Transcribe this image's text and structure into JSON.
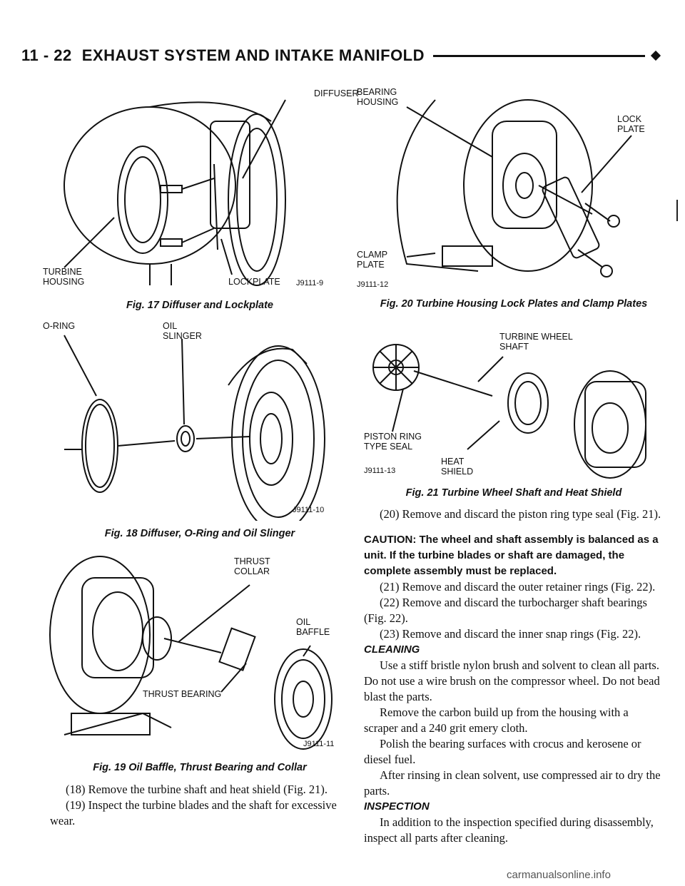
{
  "header": {
    "page_number": "11 - 22",
    "title": "EXHAUST SYSTEM AND INTAKE MANIFOLD"
  },
  "figures": {
    "fig17": {
      "caption": "Fig. 17 Diffuser and Lockplate",
      "labels": {
        "diffuser": "DIFFUSER",
        "turbine_housing": "TURBINE\nHOUSING",
        "lockplate": "LOCKPLATE",
        "id": "J9111-9"
      }
    },
    "fig18": {
      "caption": "Fig. 18 Diffuser, O-Ring and Oil Slinger",
      "labels": {
        "oring": "O-RING",
        "oil_slinger": "OIL\nSLINGER",
        "id": "J9111-10"
      }
    },
    "fig19": {
      "caption": "Fig. 19 Oil Baffle, Thrust Bearing and Collar",
      "labels": {
        "thrust_collar": "THRUST\nCOLLAR",
        "oil_baffle": "OIL\nBAFFLE",
        "thrust_bearing": "THRUST BEARING",
        "id": "J9111-11"
      }
    },
    "fig20": {
      "caption": "Fig. 20 Turbine Housing Lock Plates and Clamp Plates",
      "labels": {
        "bearing_housing": "BEARING\nHOUSING",
        "lock_plate": "LOCK\nPLATE",
        "clamp_plate": "CLAMP\nPLATE",
        "id": "J9111-12"
      }
    },
    "fig21": {
      "caption": "Fig. 21 Turbine Wheel Shaft and Heat Shield",
      "labels": {
        "turbine_wheel_shaft": "TURBINE WHEEL\nSHAFT",
        "piston_ring": "PISTON RING\nTYPE SEAL",
        "heat_shield": "HEAT\nSHIELD",
        "id": "J9111-13"
      }
    }
  },
  "left_text": {
    "p18": "(18) Remove the turbine shaft and heat shield (Fig. 21).",
    "p19": "(19) Inspect the turbine blades and the shaft for excessive wear."
  },
  "right_text": {
    "p20": "(20) Remove and discard the piston ring type seal (Fig. 21).",
    "caution": "CAUTION: The wheel and shaft assembly is balanced as a unit. If the turbine blades or shaft are damaged, the complete assembly must be replaced.",
    "p21": "(21) Remove and discard the outer retainer rings (Fig. 22).",
    "p22": "(22) Remove and discard the turbocharger shaft bearings (Fig. 22).",
    "p23": "(23) Remove and discard the inner snap rings (Fig. 22).",
    "cleaning_heading": "CLEANING",
    "c1": "Use a stiff bristle nylon brush and solvent to clean all parts. Do not use a wire brush on the compressor wheel. Do not bead blast the parts.",
    "c2": "Remove the carbon build up from the housing with a scraper and a 240 grit emery cloth.",
    "c3": "Polish the bearing surfaces with crocus and kerosene or diesel fuel.",
    "c4": "After rinsing in clean solvent, use compressed air to dry the parts.",
    "inspection_heading": "INSPECTION",
    "i1": "In addition to the inspection specified during disassembly, inspect all parts after cleaning."
  },
  "footer": {
    "watermark": "carmanualsonline.info"
  }
}
